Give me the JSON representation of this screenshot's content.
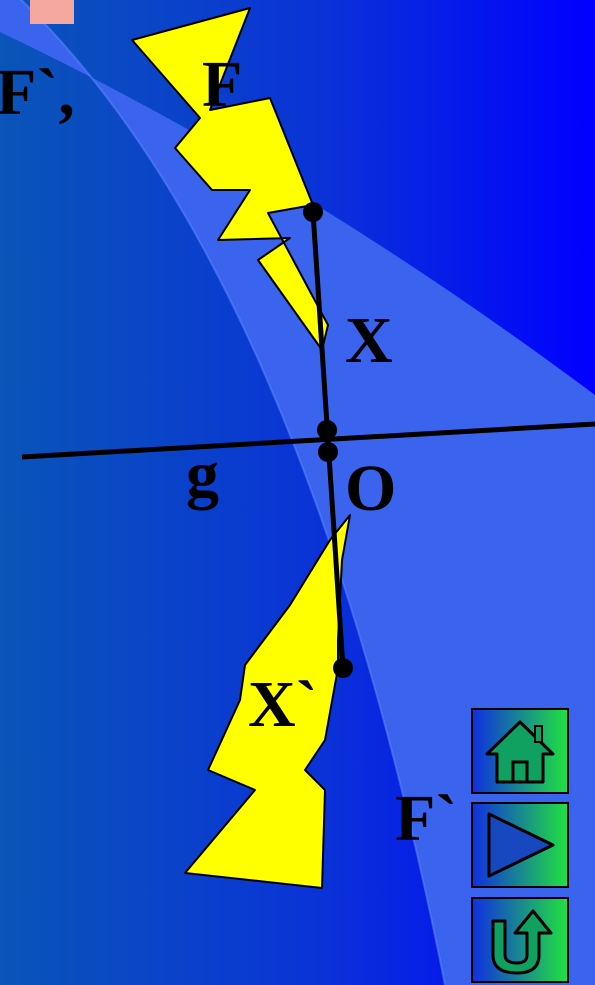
{
  "labels": {
    "top_partial": "F`,",
    "f": "F",
    "x": "X",
    "g": "g",
    "o": "O",
    "x_prime": "X`",
    "f_prime": "F`"
  },
  "nav": {
    "home": "house-icon",
    "next": "play-triangle-icon",
    "back": "u-turn-arrow-icon"
  },
  "colors": {
    "background": "#0a2fd0",
    "band_light": "#3a64ee",
    "lightning": "#ffff00",
    "title_fragment": "#f4a8a0"
  }
}
